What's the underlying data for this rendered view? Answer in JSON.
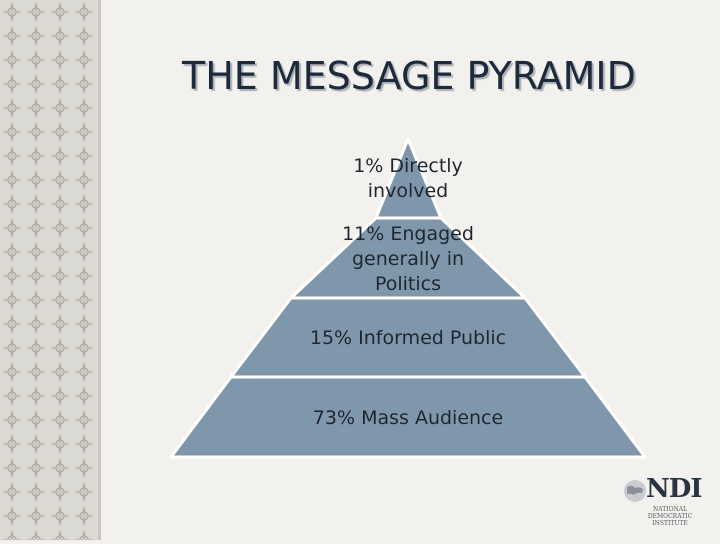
{
  "slide": {
    "title": "THE MESSAGE PYRAMID"
  },
  "pyramid": {
    "fill_color": "#8097ab",
    "separator_color": "#ffffff",
    "tiers": [
      {
        "label": "1% Directly involved"
      },
      {
        "label": "11% Engaged generally in Politics"
      },
      {
        "label": "15% Informed Public"
      },
      {
        "label": "73% Mass Audience"
      }
    ]
  },
  "logo": {
    "name": "NDI",
    "subtitle": "NATIONAL DEMOCRATIC INSTITUTE",
    "icon": "globe-icon"
  }
}
